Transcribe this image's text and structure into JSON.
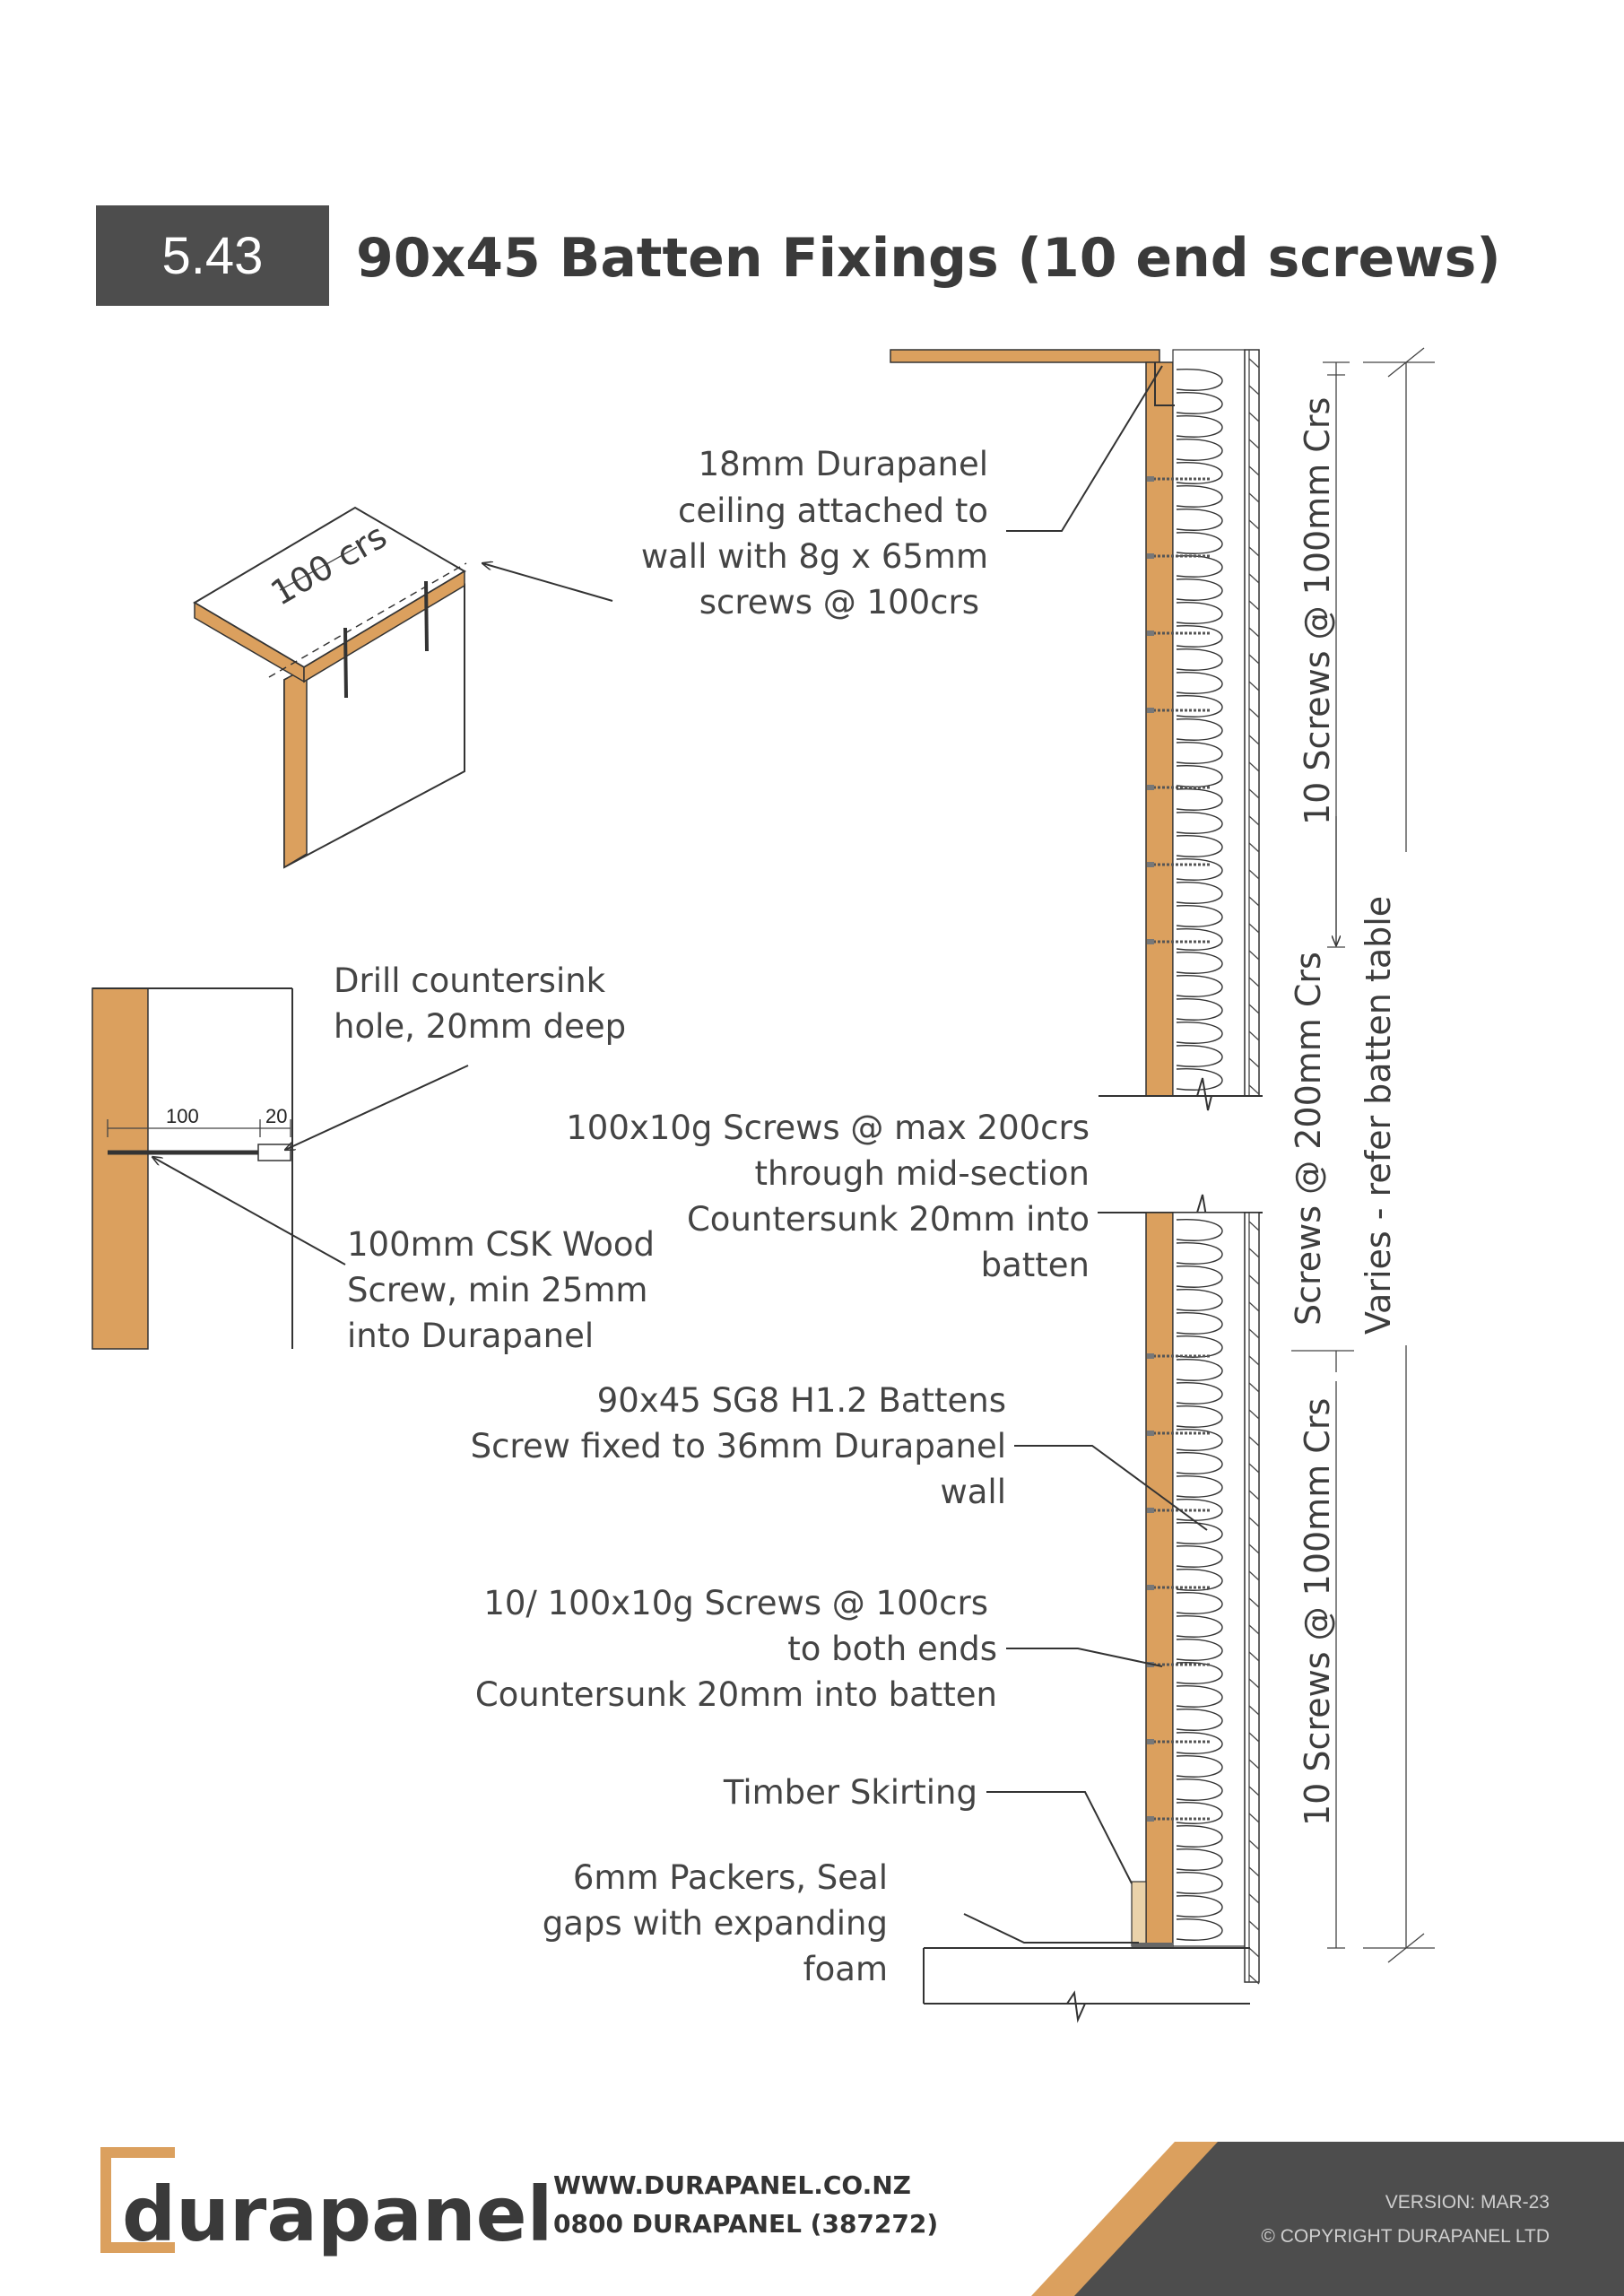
{
  "header": {
    "number": "5.43",
    "title": "90x45 Batten Fixings (10 end screws)"
  },
  "labels": {
    "ceiling": [
      "18mm Durapanel",
      "ceiling attached to",
      "wall with 8g x 65mm",
      "screws @ 100crs"
    ],
    "iso_spacing": "100 crs",
    "drill": [
      "Drill countersink",
      "hole, 20mm deep"
    ],
    "detail_dim_100": "100",
    "detail_dim_20": "20",
    "csk_screw": [
      "100mm CSK Wood",
      "Screw, min 25mm",
      "into Durapanel"
    ],
    "mid_screws": [
      "100x10g Screws @ max 200crs",
      "through mid-section",
      "Countersunk 20mm into",
      "batten"
    ],
    "battens": [
      "90x45 SG8 H1.2 Battens",
      "Screw fixed to 36mm Durapanel",
      "wall"
    ],
    "end_screws": [
      "10/ 100x10g Screws @ 100crs",
      "to both ends",
      "Countersunk 20mm into batten"
    ],
    "skirting": "Timber Skirting",
    "packers": [
      "6mm Packers, Seal",
      "gaps with expanding",
      "foam"
    ]
  },
  "dimensions": {
    "top": "10 Screws @ 100mm Crs",
    "middle": "Screws @ 200mm Crs",
    "bottom": "10 Screws @ 100mm Crs",
    "overall": "Varies - refer batten table"
  },
  "footer": {
    "logo": "durapanel",
    "website": "WWW.DURAPANEL.CO.NZ",
    "phone": "0800 DURAPANEL (387272)",
    "version": "VERSION: MAR-23",
    "copyright": "© COPYRIGHT DURAPANEL LTD"
  },
  "colors": {
    "timber": "#dba05e",
    "dark": "#4d4d4d",
    "text": "#444444"
  }
}
